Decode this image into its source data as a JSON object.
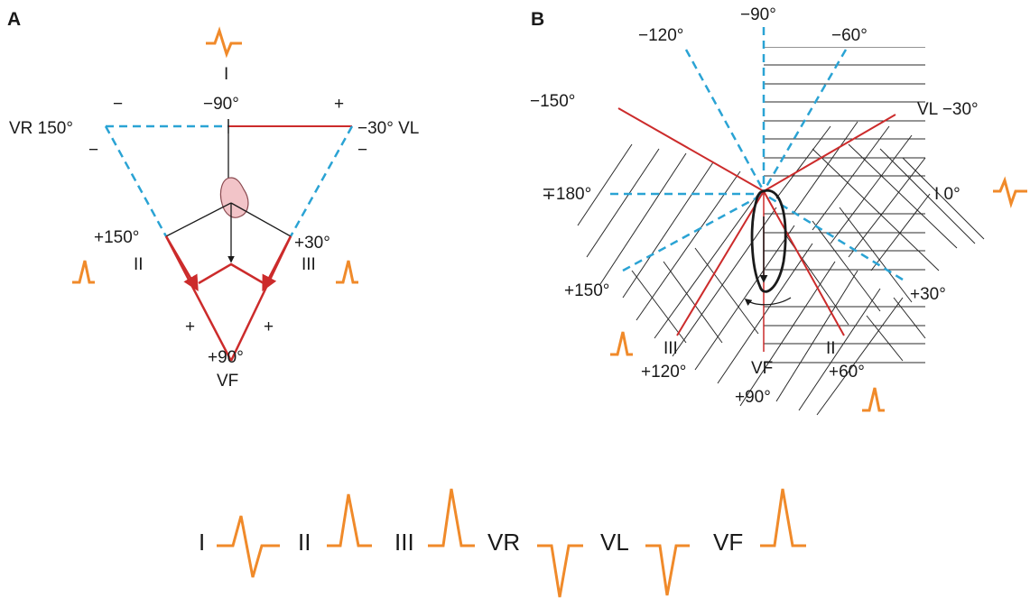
{
  "colors": {
    "lead_line": "#cc2b2b",
    "axis_dashed": "#2aa3d4",
    "waveform": "#f08a2a",
    "heart": "#f2c4c8"
  },
  "panelA": {
    "label": "A",
    "lead_I": "I",
    "minus90": "−90°",
    "vr": "VR  150°",
    "vl": "−30° VL",
    "plus150": "+150°",
    "plus30": "+30°",
    "lead_II": "II",
    "lead_III": "III",
    "plus90": "+90°",
    "vf": "VF",
    "plus": "+",
    "minus": "−"
  },
  "panelB": {
    "label": "B",
    "m90": "−90°",
    "m120": "−120°",
    "m60": "−60°",
    "m150": "−150°",
    "vl": "VL  −30°",
    "pm180": "∓180°",
    "lead_I": "I   0°",
    "p150": "+150°",
    "p30": "+30°",
    "lead_III": "III",
    "lead_II": "II",
    "p120": "+120°",
    "vf": "VF",
    "p60": "+60°",
    "p90": "+90°"
  },
  "strip": {
    "leads": [
      "I",
      "II",
      "III",
      "VR",
      "VL",
      "VF"
    ]
  }
}
